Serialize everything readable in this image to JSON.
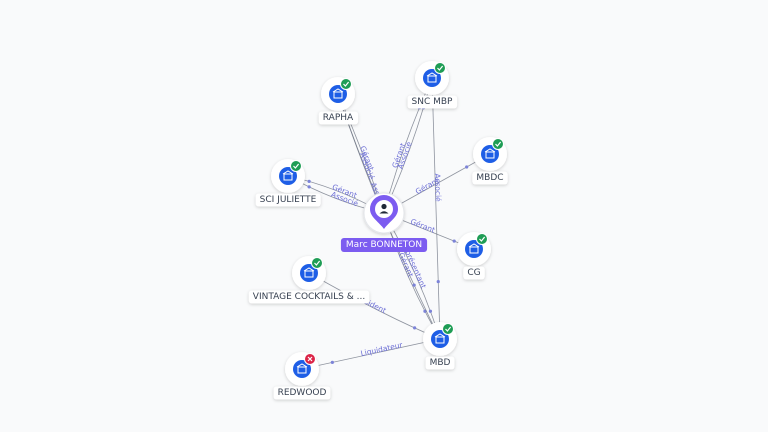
{
  "center": {
    "label": "Marc BONNETON",
    "icon": "person-icon"
  },
  "nodes": [
    {
      "id": "rapha",
      "label": "RAPHA",
      "status": "active"
    },
    {
      "id": "snc_mbp",
      "label": "SNC MBP",
      "status": "active"
    },
    {
      "id": "mbdc",
      "label": "MBDC",
      "status": "active"
    },
    {
      "id": "sci_juliette",
      "label": "SCI JULIETTE",
      "status": "active"
    },
    {
      "id": "cg",
      "label": "CG",
      "status": "active"
    },
    {
      "id": "vintage",
      "label": "VINTAGE COCKTAILS & ...",
      "status": "active"
    },
    {
      "id": "mbd",
      "label": "MBD",
      "status": "active"
    },
    {
      "id": "redwood",
      "label": "REDWOOD",
      "status": "closed"
    }
  ],
  "edges": [
    {
      "from": "center",
      "to": "rapha",
      "label": "Gérant"
    },
    {
      "from": "center",
      "to": "rapha",
      "label": "Associé"
    },
    {
      "from": "center",
      "to": "snc_mbp",
      "label": "Gérant"
    },
    {
      "from": "center",
      "to": "snc_mbp",
      "label": "Associé"
    },
    {
      "from": "center",
      "to": "mbdc",
      "label": "Gérant"
    },
    {
      "from": "center",
      "to": "sci_juliette",
      "label": "Gérant"
    },
    {
      "from": "center",
      "to": "sci_juliette",
      "label": "Associé"
    },
    {
      "from": "center",
      "to": "cg",
      "label": "Gérant"
    },
    {
      "from": "center",
      "to": "mbd",
      "label": "Gérant"
    },
    {
      "from": "center",
      "to": "mbd",
      "label": "Représentant"
    },
    {
      "from": "snc_mbp",
      "to": "mbd",
      "label": "Associé"
    },
    {
      "from": "rapha",
      "to": "mbd",
      "label": "Associé"
    },
    {
      "from": "vintage",
      "to": "mbd",
      "label": "Président"
    },
    {
      "from": "mbd",
      "to": "redwood",
      "label": "Liquidateur"
    }
  ],
  "colors": {
    "accent": "#7c5cf0",
    "node_blue": "#1e5ee6",
    "check_green": "#1f9d55",
    "closed_red": "#dc2548",
    "edge": "#6b7280",
    "edge_label": "#6d6fd6"
  }
}
